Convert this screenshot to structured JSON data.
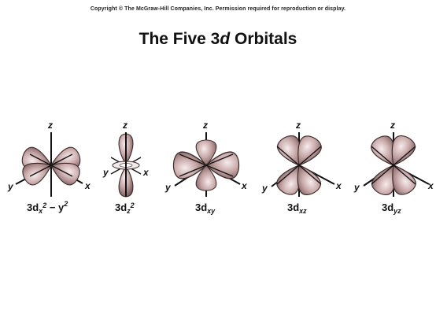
{
  "header": {
    "copyright": "Copyright © The McGraw-Hill Companies, Inc. Permission required for reproduction or display.",
    "title_prefix": "The Five 3",
    "title_italic": "d",
    "title_suffix": " Orbitals"
  },
  "axes": {
    "z": "z",
    "x": "x",
    "y": "y"
  },
  "orbitals": [
    {
      "name": "3dx2-y2",
      "label_base": "3d",
      "label_sub": "x",
      "label_sup1": "2",
      "label_mid": " − y",
      "label_sup2": "2"
    },
    {
      "name": "3dz2",
      "label_base": "3d",
      "label_sub": "z",
      "label_sup1": "2"
    },
    {
      "name": "3dxy",
      "label_base": "3d",
      "label_sub": "xy"
    },
    {
      "name": "3dxz",
      "label_base": "3d",
      "label_sub": "xz"
    },
    {
      "name": "3dyz",
      "label_base": "3d",
      "label_sub": "yz"
    }
  ],
  "colors": {
    "lobe_light": "#f4e8e8",
    "lobe_dark": "#7a5a5a",
    "outline": "#3a2a2a"
  }
}
